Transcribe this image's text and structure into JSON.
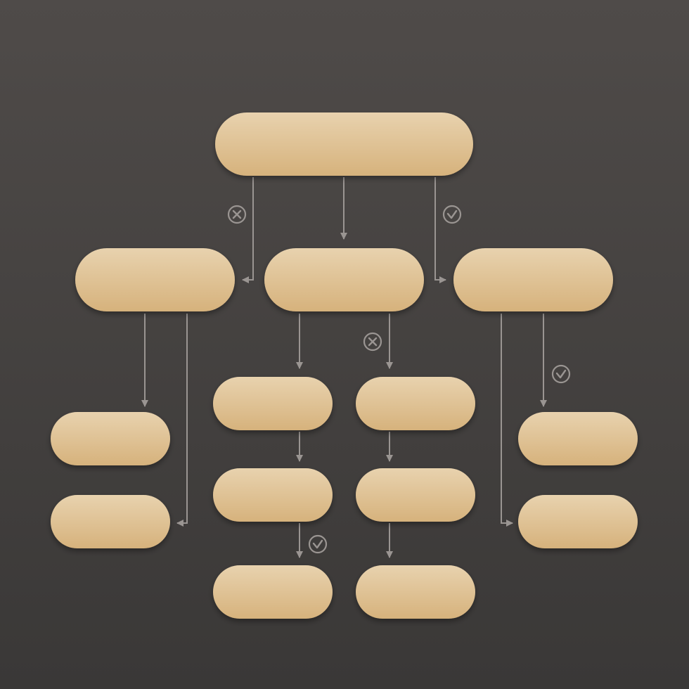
{
  "diagram": {
    "type": "flowchart",
    "colors": {
      "background_top": "#4f4b49",
      "background_bottom": "#3a3837",
      "node_fill_top": "#e8d2ae",
      "node_fill_bottom": "#d6b27c",
      "connector": "#9a9592",
      "marker_stroke": "#9a9592"
    },
    "nodes": [
      {
        "id": "root",
        "level": 0,
        "label": ""
      },
      {
        "id": "left",
        "level": 1,
        "label": ""
      },
      {
        "id": "center",
        "level": 1,
        "label": ""
      },
      {
        "id": "right",
        "level": 1,
        "label": ""
      },
      {
        "id": "left-a",
        "level": 2,
        "label": ""
      },
      {
        "id": "left-b",
        "level": 2,
        "label": ""
      },
      {
        "id": "center-a1",
        "level": 2,
        "label": ""
      },
      {
        "id": "center-a2",
        "level": 3,
        "label": ""
      },
      {
        "id": "center-a3",
        "level": 4,
        "label": ""
      },
      {
        "id": "center-b1",
        "level": 2,
        "label": ""
      },
      {
        "id": "center-b2",
        "level": 3,
        "label": ""
      },
      {
        "id": "center-b3",
        "level": 4,
        "label": ""
      },
      {
        "id": "right-a",
        "level": 2,
        "label": ""
      },
      {
        "id": "right-b",
        "level": 2,
        "label": ""
      }
    ],
    "edges": [
      {
        "from": "root",
        "to": "left",
        "marker": "cross-icon"
      },
      {
        "from": "root",
        "to": "center",
        "marker": ""
      },
      {
        "from": "root",
        "to": "right",
        "marker": "check-icon"
      },
      {
        "from": "left",
        "to": "left-a",
        "marker": ""
      },
      {
        "from": "left",
        "to": "left-b",
        "marker": ""
      },
      {
        "from": "center",
        "to": "center-a1",
        "marker": ""
      },
      {
        "from": "center-a1",
        "to": "center-a2",
        "marker": ""
      },
      {
        "from": "center-a2",
        "to": "center-a3",
        "marker": "check-icon"
      },
      {
        "from": "center",
        "to": "center-b1",
        "marker": "cross-icon"
      },
      {
        "from": "center-b1",
        "to": "center-b2",
        "marker": ""
      },
      {
        "from": "center-b2",
        "to": "center-b3",
        "marker": ""
      },
      {
        "from": "right",
        "to": "right-a",
        "marker": "check-icon"
      },
      {
        "from": "right",
        "to": "right-b",
        "marker": ""
      }
    ]
  }
}
